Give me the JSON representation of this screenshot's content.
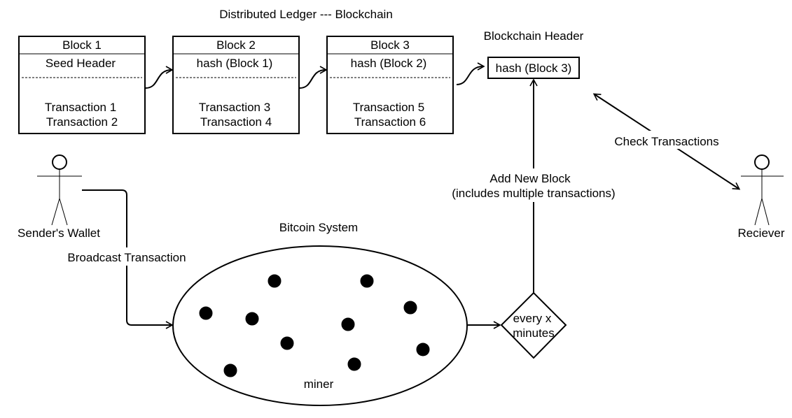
{
  "title": "Distributed Ledger --- Blockchain",
  "blocks": [
    {
      "name": "Block 1",
      "header": "Seed Header",
      "transactions": [
        "Transaction 1",
        "Transaction 2"
      ]
    },
    {
      "name": "Block 2",
      "header": "hash (Block 1)",
      "transactions": [
        "Transaction 3",
        "Transaction 4"
      ]
    },
    {
      "name": "Block 3",
      "header": "hash (Block 2)",
      "transactions": [
        "Transaction 5",
        "Transaction 6"
      ]
    }
  ],
  "blockchain_header": {
    "title": "Blockchain Header",
    "value": "hash (Block 3)"
  },
  "actors": {
    "sender": "Sender's Wallet",
    "receiver": "Reciever"
  },
  "edges": {
    "broadcast": "Broadcast Transaction",
    "add_block": [
      "Add New Block",
      "(includes multiple transactions)"
    ],
    "check": "Check Transactions"
  },
  "system": {
    "title": "Bitcoin System",
    "miner_label": "miner",
    "miner_count": 11
  },
  "decision": [
    "every x",
    "minutes"
  ],
  "colors": {
    "stroke": "#000000",
    "background": "#ffffff",
    "miner_node": "#000000"
  }
}
